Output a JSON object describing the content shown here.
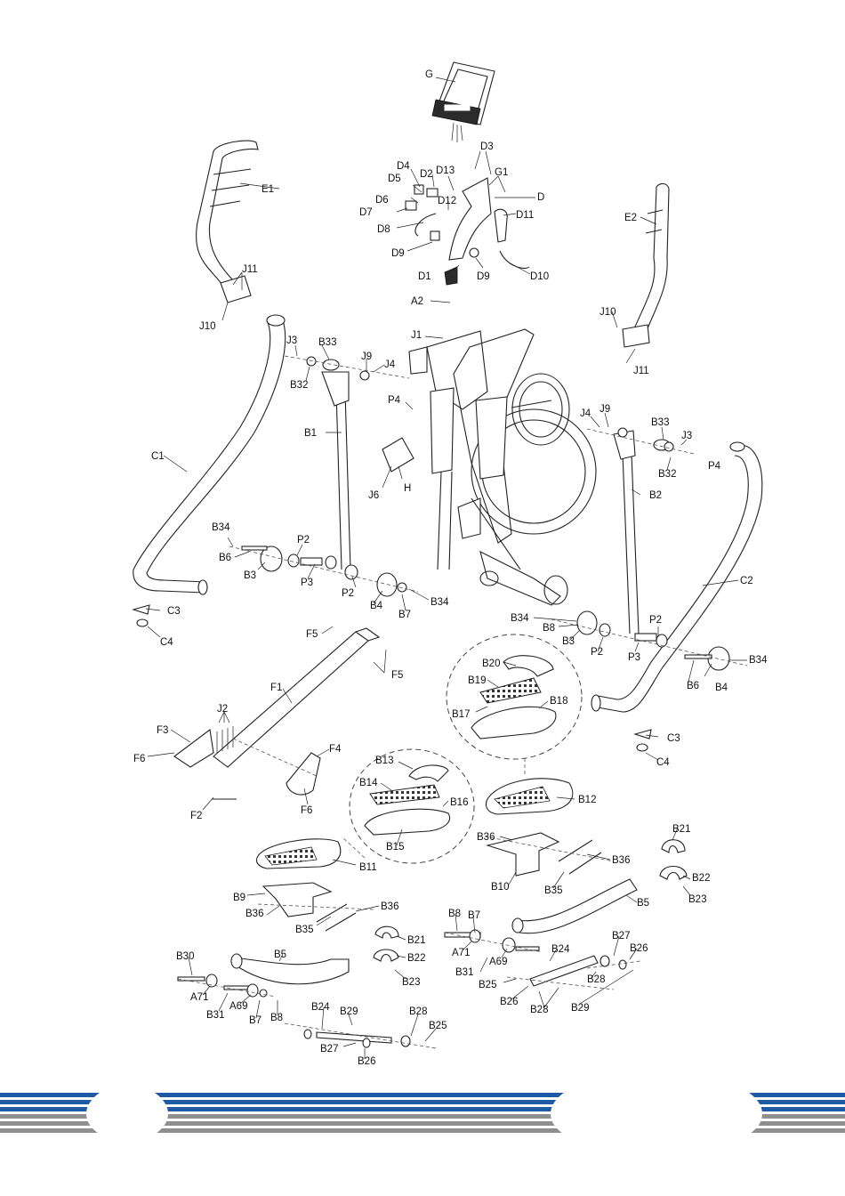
{
  "footer_colors": {
    "blue": "#1f5aa6",
    "gray": "#8f8f8f",
    "white": "#ffffff"
  },
  "labels": {
    "G": "G",
    "D3": "D3",
    "D4": "D4",
    "D2": "D2",
    "D13": "D13",
    "G1": "G1",
    "D5": "D5",
    "D6": "D6",
    "D12": "D12",
    "D": "D",
    "D7": "D7",
    "D11": "D11",
    "D8": "D8",
    "D9a": "D9",
    "D9b": "D9",
    "D10": "D10",
    "D1": "D1",
    "E1": "E1",
    "E2": "E2",
    "J11a": "J11",
    "J11b": "J11",
    "J10a": "J10",
    "J10b": "J10",
    "A2": "A2",
    "J1": "J1",
    "J3a": "J3",
    "J3b": "J3",
    "B33a": "B33",
    "B33b": "B33",
    "J9a": "J9",
    "J9b": "J9",
    "J4a": "J4",
    "J4b": "J4",
    "B32a": "B32",
    "B32b": "B32",
    "P4a": "P4",
    "P4b": "P4",
    "B1": "B1",
    "B2": "B2",
    "C1": "C1",
    "C2": "C2",
    "J6": "J6",
    "H": "H",
    "B34a": "B34",
    "B34b": "B34",
    "B34c": "B34",
    "B34d": "B34",
    "B6a": "B6",
    "B6b": "B6",
    "P2a": "P2",
    "P2b": "P2",
    "P2c": "P2",
    "P2d": "P2",
    "B3a": "B3",
    "B3b": "B3",
    "P3a": "P3",
    "P3b": "P3",
    "B4a": "B4",
    "B4b": "B4",
    "B7a": "B7",
    "B7b": "B7",
    "B7c": "B7",
    "B8a": "B8",
    "B8b": "B8",
    "B8c": "B8",
    "C3a": "C3",
    "C3b": "C3",
    "C4a": "C4",
    "C4b": "C4",
    "F5a": "F5",
    "F5b": "F5",
    "F1": "F1",
    "J2": "J2",
    "F3": "F3",
    "F6a": "F6",
    "F6b": "F6",
    "F4": "F4",
    "F2": "F2",
    "B20": "B20",
    "B19": "B19",
    "B18": "B18",
    "B17": "B17",
    "B12": "B12",
    "B13": "B13",
    "B14": "B14",
    "B16": "B16",
    "B15": "B15",
    "B11": "B11",
    "B36a": "B36",
    "B36b": "B36",
    "B36c": "B36",
    "B36d": "B36",
    "B10": "B10",
    "B35a": "B35",
    "B35b": "B35",
    "B9": "B9",
    "B21a": "B21",
    "B21b": "B21",
    "B22a": "B22",
    "B22b": "B22",
    "B23a": "B23",
    "B23b": "B23",
    "B5a": "B5",
    "B5b": "B5",
    "A71a": "A71",
    "A71b": "A71",
    "A69a": "A69",
    "A69b": "A69",
    "B31a": "B31",
    "B31b": "B31",
    "B24a": "B24",
    "B24b": "B24",
    "B27a": "B27",
    "B27b": "B27",
    "B26a": "B26",
    "B26b": "B26",
    "B26c": "B26",
    "B25a": "B25",
    "B25b": "B25",
    "B28a": "B28",
    "B28b": "B28",
    "B28c": "B28",
    "B29a": "B29",
    "B29b": "B29",
    "B30": "B30"
  }
}
